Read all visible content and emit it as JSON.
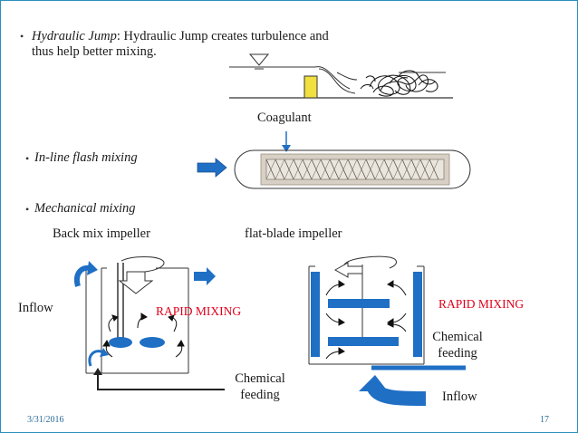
{
  "bullet1": {
    "term": "Hydraulic Jump",
    "text_line1": ": Hydraulic Jump creates turbulence and",
    "text_line2": "thus help better mixing."
  },
  "bullet2": {
    "text": "In-line flash mixing"
  },
  "bullet3": {
    "text": "Mechanical mixing"
  },
  "labels": {
    "coagulant": "Coagulant",
    "back_mix": "Back mix impeller",
    "flat_blade": "flat-blade impeller",
    "inflow_left": "Inflow",
    "rapid_left": "RAPID MIXING",
    "chemical_left_1": "Chemical",
    "chemical_left_2": "feeding",
    "rapid_right": "RAPID MIXING",
    "chemical_right_1": "Chemical",
    "chemical_right_2": "feeding",
    "inflow_right": "Inflow"
  },
  "footer": {
    "date": "3/31/2016",
    "page": "17"
  },
  "colors": {
    "accent_blue": "#1f6fc5",
    "rapid_red": "#e0001b",
    "border": "#2a8fbf",
    "yellow_block": "#f0e040"
  }
}
